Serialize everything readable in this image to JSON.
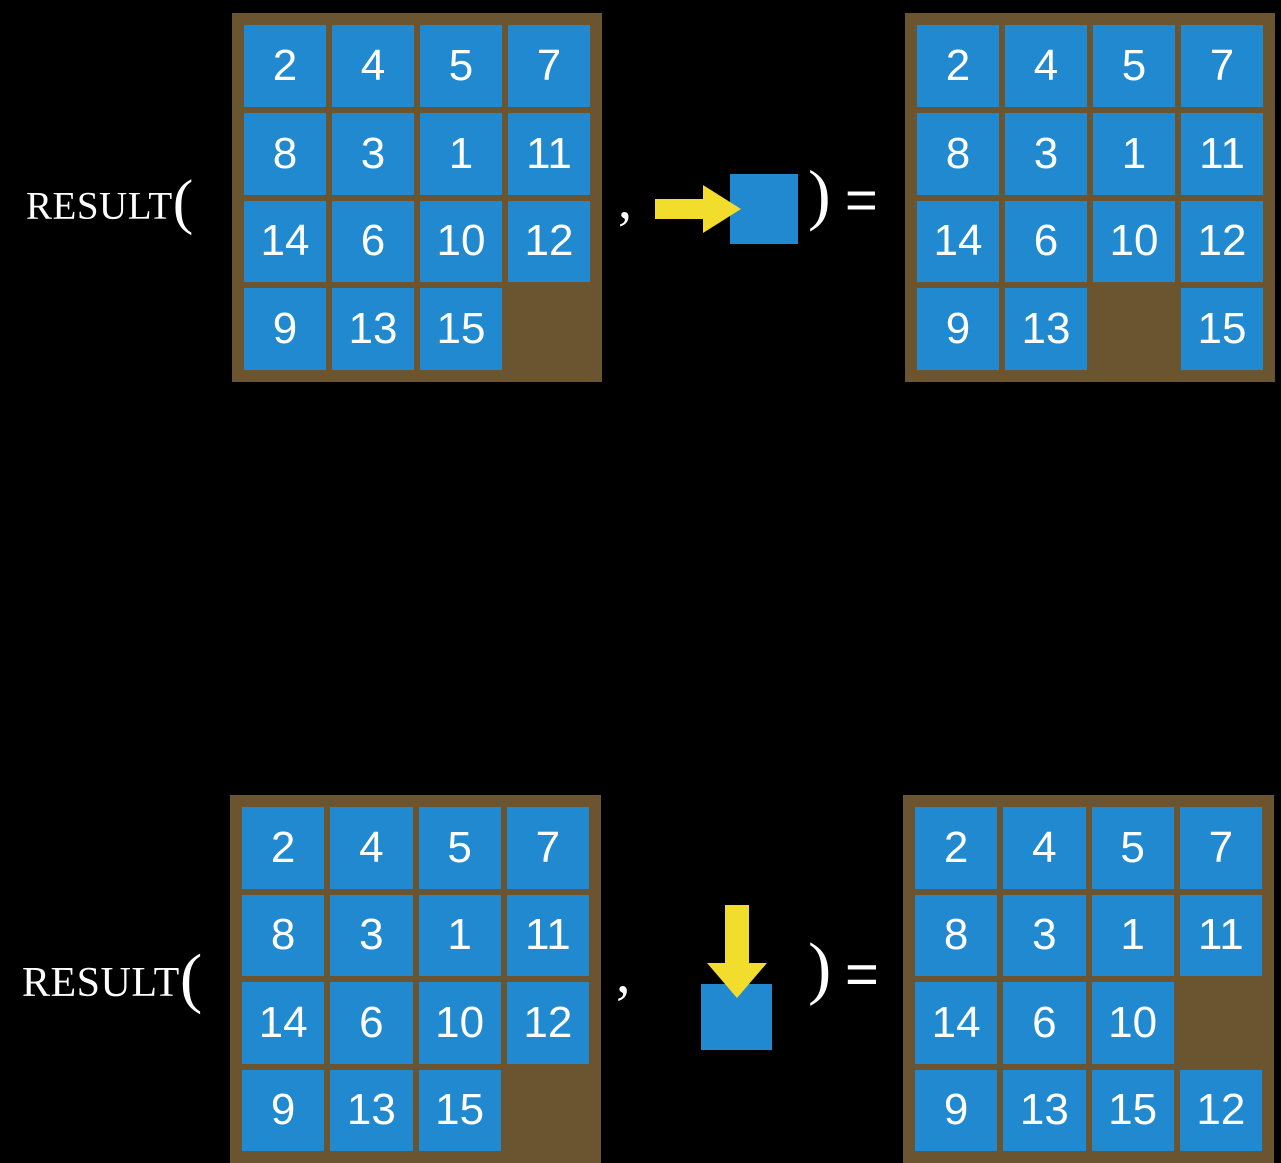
{
  "background_color": "#000000",
  "palette": {
    "tile_blue": "#2089d0",
    "board_brown": "#6b5430",
    "arrow_yellow": "#f3dd2c",
    "text_white": "#ffffff"
  },
  "board_size": {
    "rows": 4,
    "cols": 4
  },
  "rows": [
    {
      "id": "row-0",
      "label": "RESULT",
      "paren_open": "(",
      "comma": ",",
      "paren_close": ")",
      "equals": "=",
      "operator": {
        "arrow_direction": "right",
        "arrow_icon": "arrow-right-icon",
        "square_color": "#2089d0",
        "arrow_color": "#f3dd2c"
      },
      "input_board": {
        "name": "input-board-row-0",
        "tiles": [
          [
            "2",
            "4",
            "5",
            "7"
          ],
          [
            "8",
            "3",
            "1",
            "11"
          ],
          [
            "14",
            "6",
            "10",
            "12"
          ],
          [
            "9",
            "13",
            "15",
            ""
          ]
        ],
        "blank_position": {
          "row": 3,
          "col": 3
        }
      },
      "output_board": {
        "name": "output-board-row-0",
        "tiles": [
          [
            "2",
            "4",
            "5",
            "7"
          ],
          [
            "8",
            "3",
            "1",
            "11"
          ],
          [
            "14",
            "6",
            "10",
            "12"
          ],
          [
            "9",
            "13",
            "",
            "15"
          ]
        ],
        "blank_position": {
          "row": 3,
          "col": 2
        }
      }
    },
    {
      "id": "row-1",
      "label": "RESULT",
      "paren_open": "(",
      "comma": ",",
      "paren_close": ")",
      "equals": "=",
      "operator": {
        "arrow_direction": "down",
        "arrow_icon": "arrow-down-icon",
        "square_color": "#2089d0",
        "arrow_color": "#f3dd2c"
      },
      "input_board": {
        "name": "input-board-row-1",
        "tiles": [
          [
            "2",
            "4",
            "5",
            "7"
          ],
          [
            "8",
            "3",
            "1",
            "11"
          ],
          [
            "14",
            "6",
            "10",
            "12"
          ],
          [
            "9",
            "13",
            "15",
            ""
          ]
        ],
        "blank_position": {
          "row": 3,
          "col": 3
        }
      },
      "output_board": {
        "name": "output-board-row-1",
        "tiles": [
          [
            "2",
            "4",
            "5",
            "7"
          ],
          [
            "8",
            "3",
            "1",
            "11"
          ],
          [
            "14",
            "6",
            "10",
            ""
          ],
          [
            "9",
            "13",
            "15",
            "12"
          ]
        ],
        "blank_position": {
          "row": 2,
          "col": 3
        }
      }
    }
  ]
}
